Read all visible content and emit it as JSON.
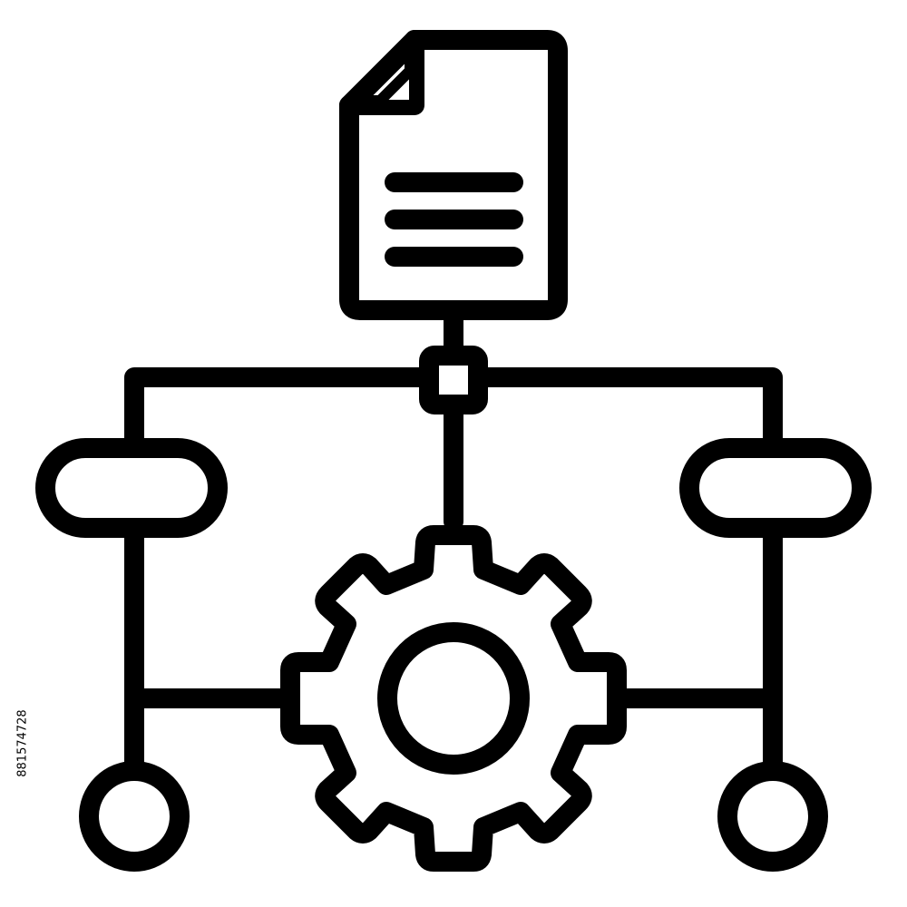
{
  "icon": {
    "name": "workflow-icon",
    "stroke_color": "#000000",
    "background_color": "#ffffff",
    "components": [
      "document-icon",
      "text-lines",
      "connector-node",
      "left-pill-node",
      "right-pill-node",
      "gear-icon",
      "left-circle-node",
      "right-circle-node"
    ]
  },
  "watermark": {
    "stock_id": "881574728"
  }
}
